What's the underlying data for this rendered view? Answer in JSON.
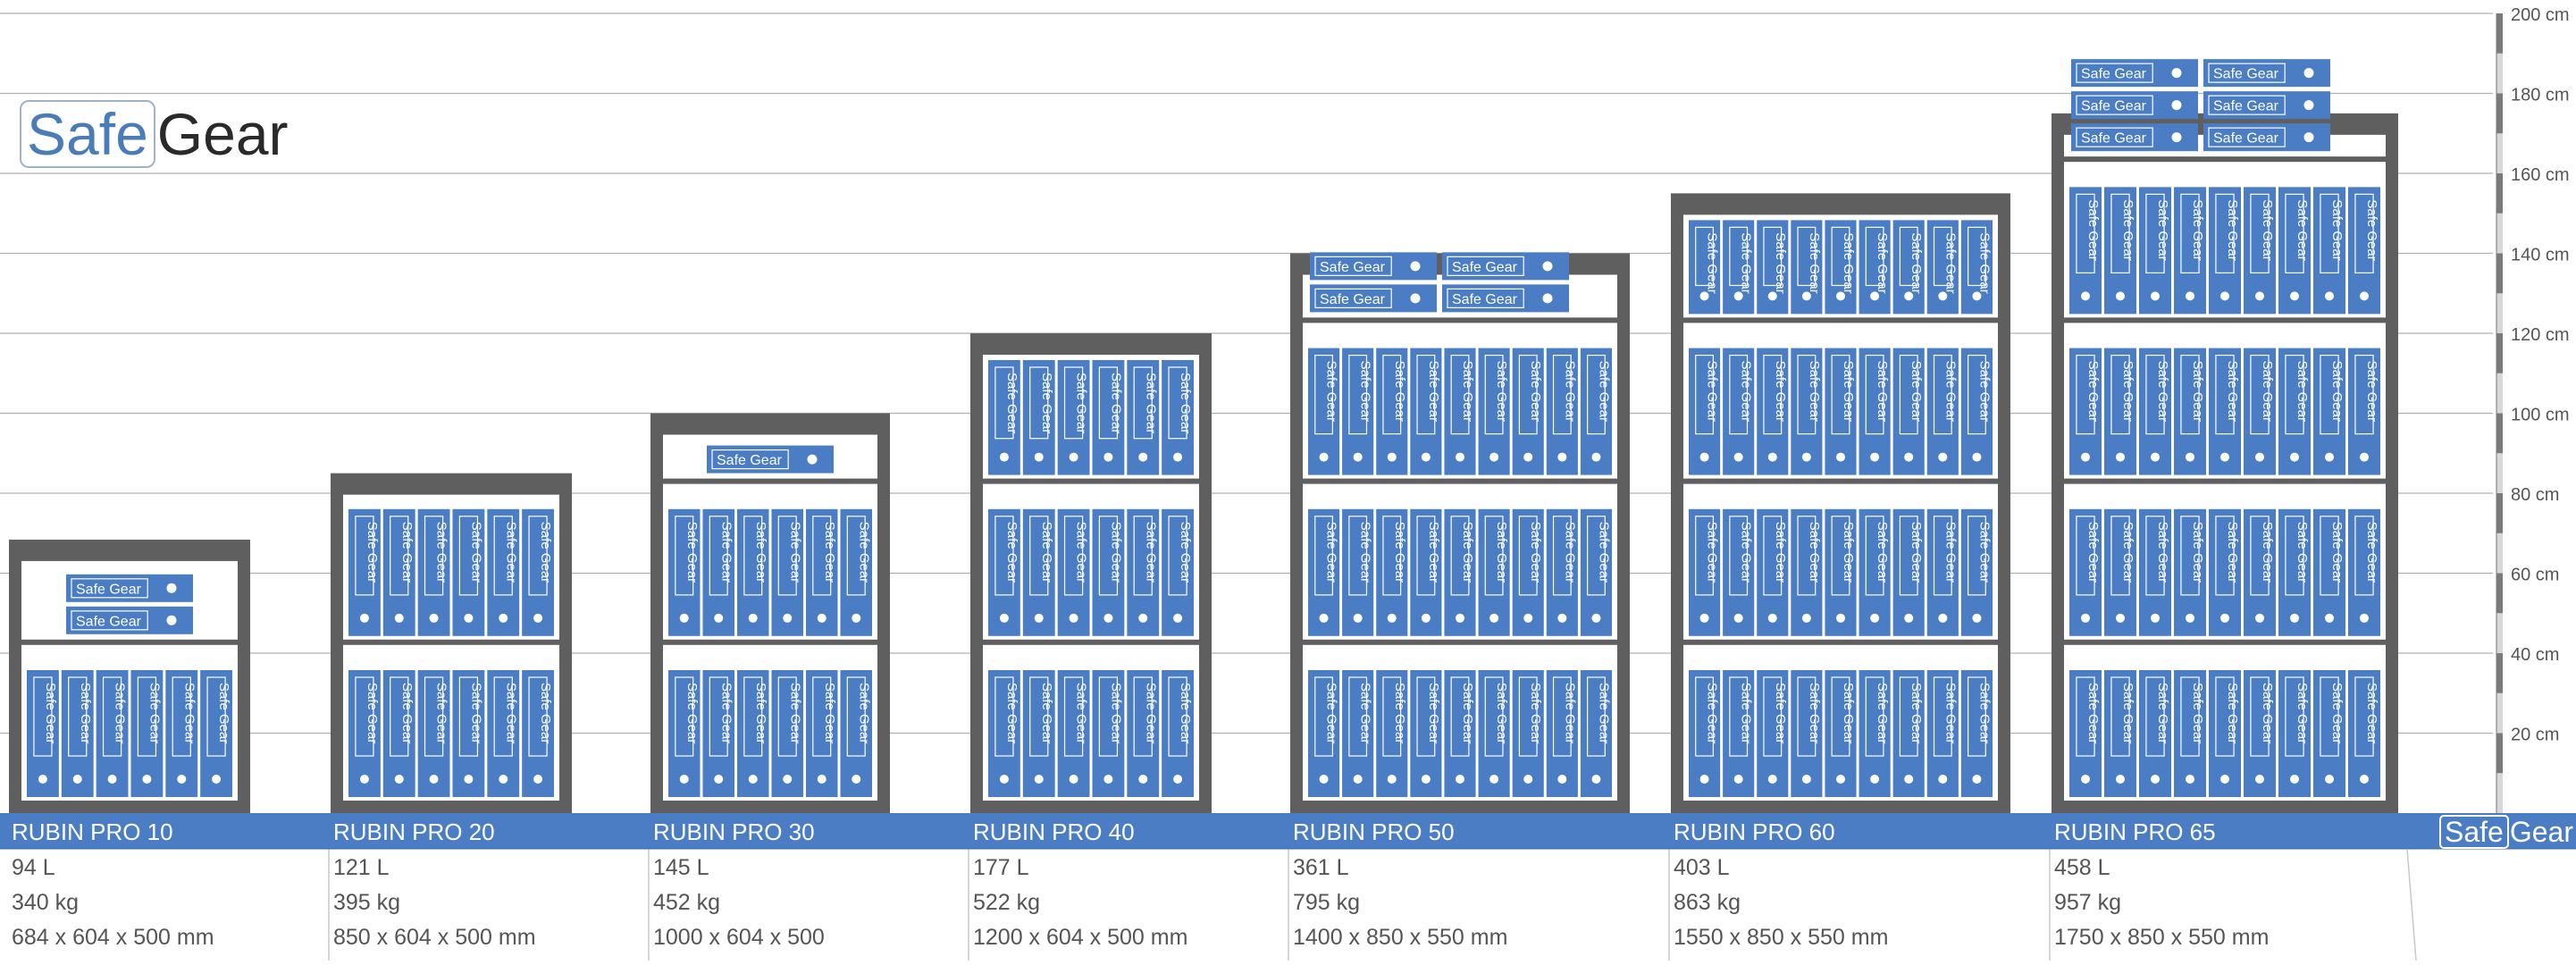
{
  "brand": {
    "safe": "Safe",
    "gear": "Gear"
  },
  "binder_label": "Safe Gear",
  "colors": {
    "frame": "#5f5f5f",
    "binder": "#4a7dc4",
    "info_bar": "#4a7dc4",
    "grid": "#b0b0b0",
    "text": "#555555"
  },
  "height_axis": {
    "unit": "cm",
    "min": 0,
    "max": 200,
    "ticks": [
      {
        "value": 20,
        "label": "20 cm"
      },
      {
        "value": 40,
        "label": "40 cm"
      },
      {
        "value": 60,
        "label": "60 cm"
      },
      {
        "value": 80,
        "label": "80 cm"
      },
      {
        "value": 100,
        "label": "100 cm"
      },
      {
        "value": 120,
        "label": "120 cm"
      },
      {
        "value": 140,
        "label": "140 cm"
      },
      {
        "value": 160,
        "label": "160 cm"
      },
      {
        "value": 180,
        "label": "180 cm"
      },
      {
        "value": 200,
        "label": "200 cm"
      }
    ]
  },
  "models": [
    {
      "name": "RUBIN PRO 10",
      "volume": "94 L",
      "weight": "340 kg",
      "dimensions": "684 x 604 x 500 mm",
      "height_cm": 68.4,
      "shelves": [
        {
          "type": "vertical",
          "count": 6
        },
        {
          "type": "horizontal",
          "rows": 2,
          "cols": 1
        }
      ]
    },
    {
      "name": "RUBIN PRO 20",
      "volume": "121 L",
      "weight": "395 kg",
      "dimensions": "850 x 604 x 500 mm",
      "height_cm": 85,
      "shelves": [
        {
          "type": "vertical",
          "count": 6
        },
        {
          "type": "vertical",
          "count": 6
        }
      ]
    },
    {
      "name": "RUBIN PRO 30",
      "volume": "145 L",
      "weight": "452 kg",
      "dimensions": "1000 x 604 x 500",
      "height_cm": 100,
      "shelves": [
        {
          "type": "vertical",
          "count": 6
        },
        {
          "type": "vertical",
          "count": 6
        },
        {
          "type": "horizontal",
          "rows": 1,
          "cols": 1
        }
      ]
    },
    {
      "name": "RUBIN PRO 40",
      "volume": "177 L",
      "weight": "522 kg",
      "dimensions": "1200 x 604 x 500 mm",
      "height_cm": 120,
      "shelves": [
        {
          "type": "vertical",
          "count": 6
        },
        {
          "type": "vertical",
          "count": 6
        },
        {
          "type": "vertical",
          "count": 6
        }
      ]
    },
    {
      "name": "RUBIN PRO 50",
      "volume": " 361 L",
      "weight": " 795 kg",
      "dimensions": "1400 x 850 x 550 mm",
      "height_cm": 140,
      "shelves": [
        {
          "type": "vertical",
          "count": 9
        },
        {
          "type": "vertical",
          "count": 9
        },
        {
          "type": "vertical",
          "count": 9
        },
        {
          "type": "horizontal",
          "rows": 2,
          "cols": 2
        }
      ]
    },
    {
      "name": "RUBIN PRO 60",
      "volume": "403 L",
      "weight": "863 kg",
      "dimensions": "1550 x 850 x 550 mm",
      "height_cm": 155,
      "shelves": [
        {
          "type": "vertical",
          "count": 9
        },
        {
          "type": "vertical",
          "count": 9
        },
        {
          "type": "vertical",
          "count": 9
        },
        {
          "type": "vertical",
          "count": 9
        }
      ]
    },
    {
      "name": "RUBIN PRO 65",
      "volume": "458 L",
      "weight": "957 kg",
      "dimensions": "1750 x 850 x 550 mm",
      "height_cm": 175,
      "shelves": [
        {
          "type": "vertical",
          "count": 9
        },
        {
          "type": "vertical",
          "count": 9
        },
        {
          "type": "vertical",
          "count": 9
        },
        {
          "type": "vertical",
          "count": 9
        },
        {
          "type": "horizontal",
          "rows": 3,
          "cols": 2
        }
      ]
    }
  ]
}
